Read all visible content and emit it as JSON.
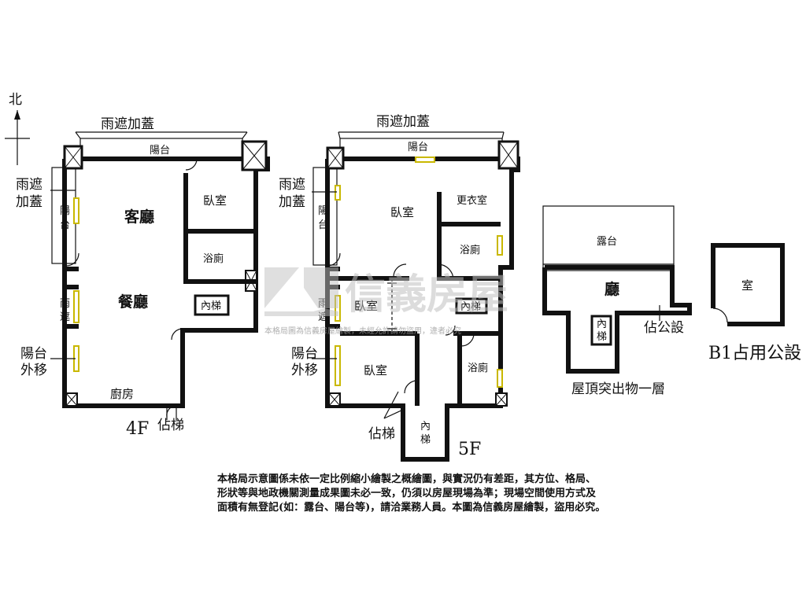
{
  "compass": {
    "north": "北"
  },
  "floor4": {
    "floor_label": "4F",
    "rain_cover_top": "雨遮加蓋",
    "balcony_top": "陽台",
    "rain_cover_left_1": "雨遮",
    "rain_cover_left_2": "加蓋",
    "balcony_left_1": "陽",
    "balcony_left_2": "台",
    "living_room": "客廳",
    "bedroom": "臥室",
    "bathroom": "浴廁",
    "dining_room": "餐廳",
    "inner_stair": "內梯",
    "rain_shelter_1": "雨",
    "rain_shelter_2": "遮",
    "balcony_moved_1": "陽台",
    "balcony_moved_2": "外移",
    "kitchen": "廚房",
    "occupied_stair": "佔梯"
  },
  "floor5": {
    "floor_label": "5F",
    "rain_cover_top": "雨遮加蓋",
    "balcony_top": "陽台",
    "rain_cover_left_1": "雨遮",
    "rain_cover_left_2": "加蓋",
    "balcony_left_1": "陽",
    "balcony_left_2": "台",
    "bedroom_main": "臥室",
    "closet": "更衣室",
    "bathroom_upper": "浴廁",
    "rain_shelter_1": "雨",
    "rain_shelter_2": "遮",
    "bedroom_middle": "臥室",
    "inner_stair": "內梯",
    "balcony_moved_1": "陽台",
    "balcony_moved_2": "外移",
    "bedroom_lower": "臥室",
    "bathroom_lower": "浴廁",
    "occupied_stair": "佔梯",
    "inner_stair_lower_1": "內",
    "inner_stair_lower_2": "梯"
  },
  "roof": {
    "terrace": "露台",
    "hall": "廳",
    "inner_stair_1": "內",
    "inner_stair_2": "梯",
    "occupied_common": "佔公設",
    "caption": "屋頂突出物一層"
  },
  "basement": {
    "room": "室",
    "caption": "B1占用公設"
  },
  "watermark": {
    "brand": "信義房屋",
    "notice": "本格局圖為信義房屋繪製，未經允許請勿盜用，違者必究"
  },
  "disclaimer": [
    "本格局示意圖係未依一定比例縮小繪製之概繪圖，與實況仍有差距，其方位、格局、",
    "形狀等與地政機關測量成果圖未必一致，仍須以房屋現場為準；現場空間使用方式及",
    "面積有無登記(如：露台、陽台等)，請洽業務人員。本圖為信義房屋繪製，盜用必究。"
  ],
  "colors": {
    "wall": "#111111",
    "window_accent": "#c9b800",
    "watermark": "#bfbfbf"
  }
}
